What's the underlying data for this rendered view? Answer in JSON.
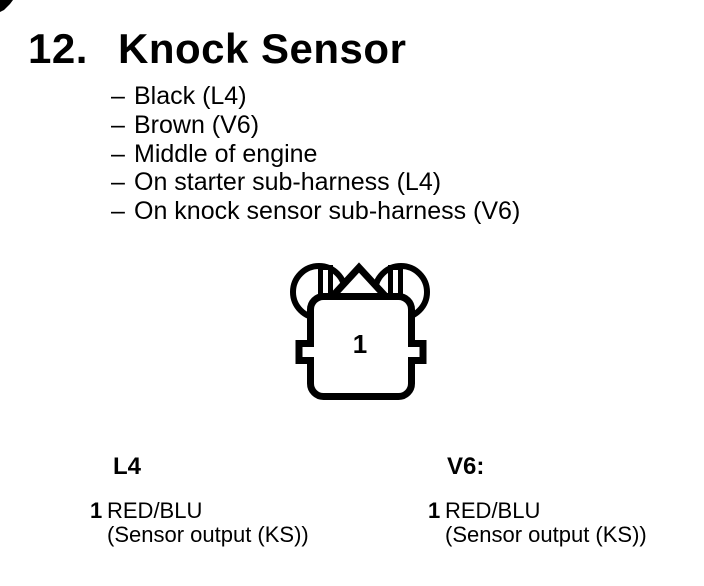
{
  "document": {
    "section_number": "12.",
    "title": "Knock Sensor",
    "bullet_char": "–",
    "bullets": [
      "Black (L4)",
      "Brown (V6)",
      "Middle of engine",
      "On starter sub-harness (L4)",
      "On knock sensor sub-harness (V6)"
    ]
  },
  "connector": {
    "pin_label": "1"
  },
  "pinout_columns": [
    {
      "heading": "L4",
      "pin_number": "1",
      "wire_color": "RED/BLU",
      "signal": "(Sensor output (KS))"
    },
    {
      "heading": "V6:",
      "pin_number": "1",
      "wire_color": "RED/BLU",
      "signal": "(Sensor output (KS))"
    }
  ],
  "colors": {
    "ink": "#000000",
    "paper": "#ffffff"
  }
}
